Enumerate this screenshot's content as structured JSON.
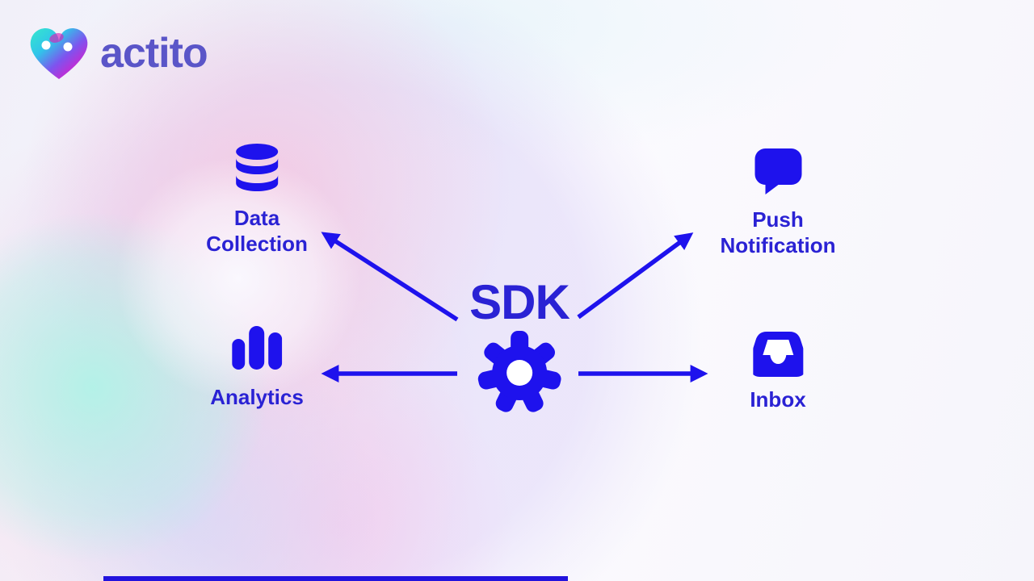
{
  "brand": {
    "name": "actito"
  },
  "diagram": {
    "center": {
      "label": "SDK"
    },
    "nodes": [
      {
        "key": "data-collection",
        "lines": [
          "Data",
          "Collection"
        ]
      },
      {
        "key": "push-notification",
        "lines": [
          "Push",
          "Notification"
        ]
      },
      {
        "key": "analytics",
        "lines": [
          "Analytics"
        ]
      },
      {
        "key": "inbox",
        "lines": [
          "Inbox"
        ]
      }
    ]
  },
  "colors": {
    "accent_blue": "#1e12ed",
    "label_blue": "#2a22d4",
    "wordmark_purple": "#5a55c8",
    "logo_teal": "#2fe3c9",
    "logo_purple": "#8a55f0",
    "logo_magenta": "#e620b4",
    "progress_bar_blue": "#2213dd"
  }
}
